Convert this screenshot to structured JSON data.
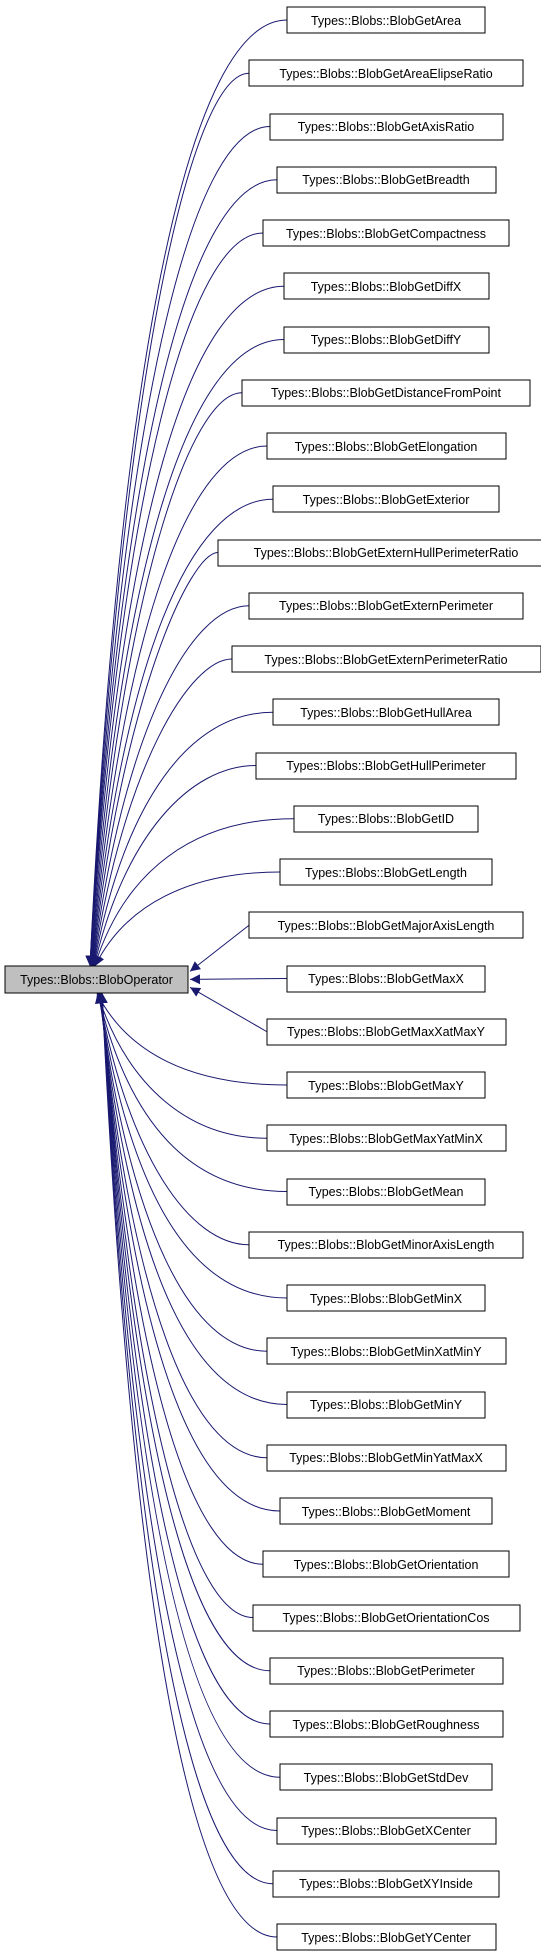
{
  "diagram": {
    "root": {
      "label": "Types::Blobs::BlobOperator",
      "fill": "#bfbfbf"
    },
    "edge_color": "#191970",
    "children": [
      "Types::Blobs::BlobGetArea",
      "Types::Blobs::BlobGetAreaElipseRatio",
      "Types::Blobs::BlobGetAxisRatio",
      "Types::Blobs::BlobGetBreadth",
      "Types::Blobs::BlobGetCompactness",
      "Types::Blobs::BlobGetDiffX",
      "Types::Blobs::BlobGetDiffY",
      "Types::Blobs::BlobGetDistanceFromPoint",
      "Types::Blobs::BlobGetElongation",
      "Types::Blobs::BlobGetExterior",
      "Types::Blobs::BlobGetExternHullPerimeterRatio",
      "Types::Blobs::BlobGetExternPerimeter",
      "Types::Blobs::BlobGetExternPerimeterRatio",
      "Types::Blobs::BlobGetHullArea",
      "Types::Blobs::BlobGetHullPerimeter",
      "Types::Blobs::BlobGetID",
      "Types::Blobs::BlobGetLength",
      "Types::Blobs::BlobGetMajorAxisLength",
      "Types::Blobs::BlobGetMaxX",
      "Types::Blobs::BlobGetMaxXatMaxY",
      "Types::Blobs::BlobGetMaxY",
      "Types::Blobs::BlobGetMaxYatMinX",
      "Types::Blobs::BlobGetMean",
      "Types::Blobs::BlobGetMinorAxisLength",
      "Types::Blobs::BlobGetMinX",
      "Types::Blobs::BlobGetMinXatMinY",
      "Types::Blobs::BlobGetMinY",
      "Types::Blobs::BlobGetMinYatMaxX",
      "Types::Blobs::BlobGetMoment",
      "Types::Blobs::BlobGetOrientation",
      "Types::Blobs::BlobGetOrientationCos",
      "Types::Blobs::BlobGetPerimeter",
      "Types::Blobs::BlobGetRoughness",
      "Types::Blobs::BlobGetStdDev",
      "Types::Blobs::BlobGetXCenter",
      "Types::Blobs::BlobGetXYInside",
      "Types::Blobs::BlobGetYCenter"
    ]
  }
}
